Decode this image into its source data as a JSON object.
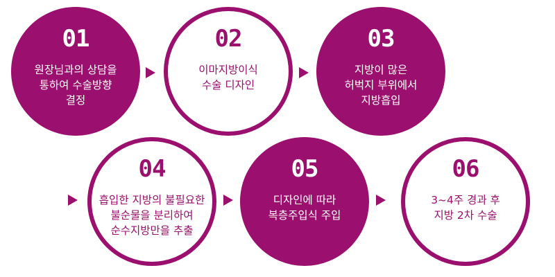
{
  "steps": [
    {
      "num": "01",
      "label": "원장님과의 상담을\n통하여 수술방향\n결정"
    },
    {
      "num": "02",
      "label": "이마지방이식\n수술 디자인"
    },
    {
      "num": "03",
      "label": "지방이 많은\n허벅지 부위에서\n지방흡입"
    },
    {
      "num": "04",
      "label": "흡입한 지방의 불필요한\n불순물을 분리하여\n순수지방만을 추출"
    },
    {
      "num": "05",
      "label": "디자인에 따라\n복층주입식 주입"
    },
    {
      "num": "06",
      "label": "3~4주 경과 후\n지방 2차 수술"
    }
  ],
  "colors": {
    "accent": "#9b0f6e",
    "background": "#ffffff"
  }
}
